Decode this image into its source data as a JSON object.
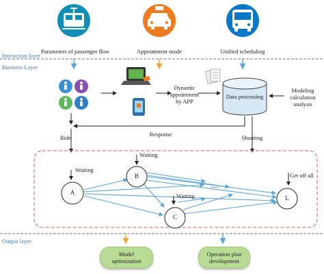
{
  "layers": {
    "interaction": "Interaction layer",
    "business": "Business Layer",
    "output": "Output layer"
  },
  "top_icons": [
    {
      "icon": "tram-icon",
      "color": "#0f8fb8",
      "label": "Parameters of passenger flow"
    },
    {
      "icon": "taxi-icon",
      "color": "#f07b1e",
      "label": "Appointment mode"
    },
    {
      "icon": "bus-icon",
      "color": "#0a78c8",
      "label": "Unified scheduling"
    }
  ],
  "business": {
    "dynamic_appointment": "Dynamic appointment by APP",
    "data_processing": "Data processing",
    "modeling": "Modeling calculation analysis",
    "response": "Response",
    "ride": "Ride",
    "shunting": "Shunting"
  },
  "network": {
    "nodes": [
      "A",
      "B",
      "C",
      "L"
    ],
    "waiting": "Waiting",
    "get_off": "Get off all",
    "ellipsis": "......"
  },
  "outputs": {
    "model_optimization": "Model optimization",
    "operation_plan": "Operation plan development"
  },
  "colors": {
    "layer_label": "#3a7fc2",
    "blue_arrow": "#5aa6d8",
    "orange_arrow": "#f1a33a",
    "dashed_red": "#e05a4a",
    "output_fill": "#b8dc95"
  }
}
